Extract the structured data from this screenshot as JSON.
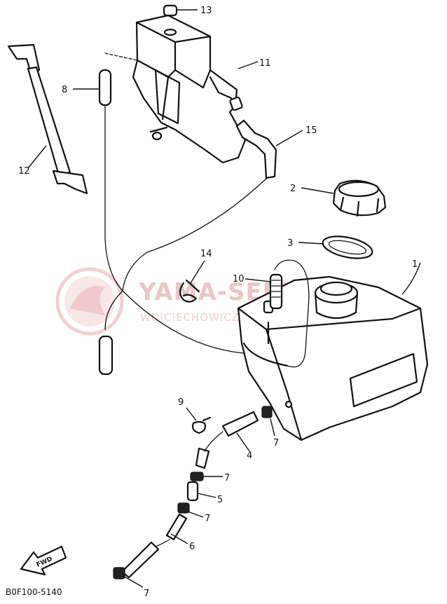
{
  "diagram": {
    "code": "B0F100-5140",
    "front_marker": "FWD",
    "callouts": {
      "c1": "1",
      "c2": "2",
      "c3": "3",
      "c4": "4",
      "c5": "5",
      "c6": "6",
      "c7a": "7",
      "c7b": "7",
      "c7c": "7",
      "c7d": "7",
      "c8": "8",
      "c9": "9",
      "c10": "10",
      "c11": "11",
      "c12": "12",
      "c13": "13",
      "c14": "14",
      "c15": "15"
    }
  },
  "watermark": {
    "title": "YAMA-SERWIS",
    "subtitle": "WOJCIECHOWICZ DEALER YAMAHA",
    "logo_icon": "yamaha-tuning-fork-logo"
  },
  "colors": {
    "line": "#111111",
    "watermark": "#e9c6c8"
  }
}
